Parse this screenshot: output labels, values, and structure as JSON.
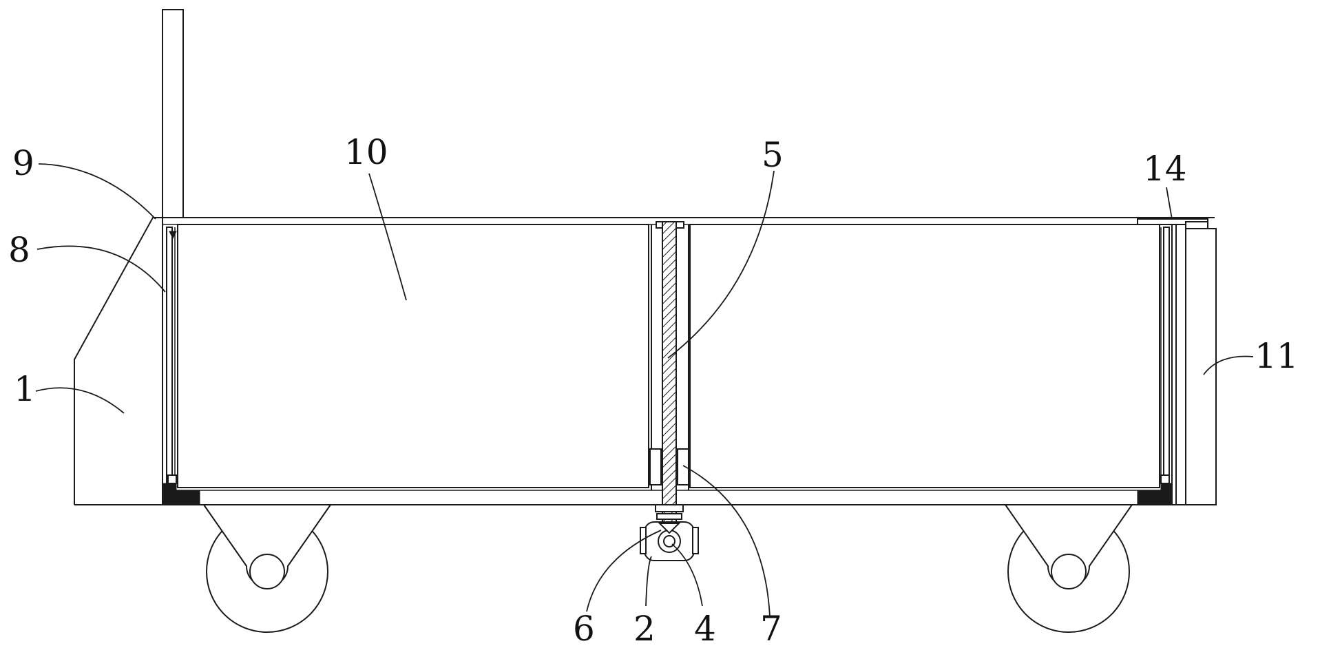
{
  "figure": {
    "background": "#ffffff",
    "stroke_color": "#1a1a1a",
    "labels": {
      "l1": "1",
      "l2": "2",
      "l4": "4",
      "l5": "5",
      "l6": "6",
      "l7": "7",
      "l8": "8",
      "l9": "9",
      "l10": "10",
      "l11": "11",
      "l14": "14"
    }
  }
}
